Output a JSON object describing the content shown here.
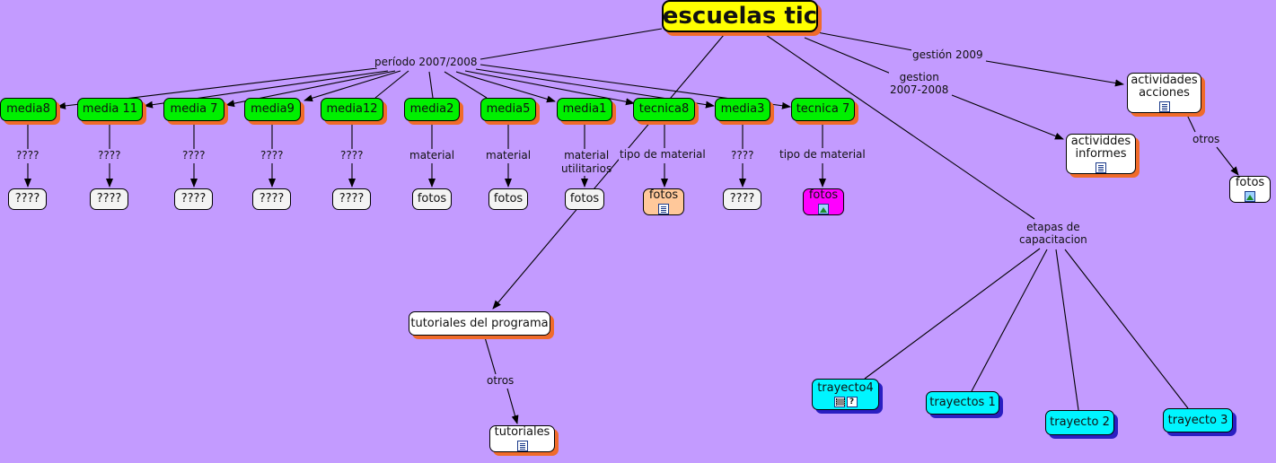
{
  "colors": {
    "background": "#c39bff",
    "green": "#00f000",
    "cyan": "#00f5ff",
    "yellow": "#ffff00",
    "peach": "#ffc89a",
    "magenta": "#ff00ff",
    "shadow_orange": "#f06b2a",
    "shadow_blue": "#2a1fc2"
  },
  "root": {
    "label": "escuelas tic"
  },
  "links": {
    "periodo": "período 2007/2008",
    "gestion2009": "gestión 2009",
    "gestion0708": "gestion\n2007-2008",
    "etapas": "etapas de\ncapacitacion",
    "q1": "????",
    "q2": "????",
    "q3": "????",
    "q4": "????",
    "q5": "????",
    "q6": "????",
    "mat1": "material",
    "mat2": "material",
    "mat3": "material\nutilitarios",
    "tipo1": "tipo de material",
    "tipo2": "tipo de material",
    "otros_tut": "otros",
    "otros_act": "otros"
  },
  "nodes": {
    "media8": "media8",
    "media11": "media 11",
    "media7": "media 7",
    "media9": "media9",
    "media12": "media12",
    "media2": "media2",
    "media5": "media5",
    "media1": "media1",
    "tecnica8": "tecnica8",
    "media3": "media3",
    "tecnica7": "tecnica 7",
    "c1": "????",
    "c2": "????",
    "c3": "????",
    "c4": "????",
    "c5": "????",
    "f_media2": "fotos",
    "f_media5": "fotos",
    "f_media1": "fotos",
    "f_tecnica8": "fotos",
    "c_media3": "????",
    "f_tecnica7": "fotos",
    "tutoriales_prog": "tutoriales del programa",
    "tutoriales": "tutoriales",
    "actividades": "actividades\nacciones",
    "actividdes_inf": "actividdes\ninformes",
    "fotos_act": "fotos",
    "trayecto4": "trayecto4",
    "trayectos1": "trayectos 1",
    "trayecto2": "trayecto 2",
    "trayecto3": "trayecto 3"
  },
  "icons": {
    "f_tecnica8": [
      "document-icon"
    ],
    "f_tecnica7": [
      "image-icon"
    ],
    "tutoriales": [
      "document-icon"
    ],
    "actividades": [
      "document-icon"
    ],
    "actividdes_inf": [
      "document-icon"
    ],
    "fotos_act": [
      "image-icon"
    ],
    "trayecto4": [
      "video-icon",
      "help-icon"
    ]
  }
}
